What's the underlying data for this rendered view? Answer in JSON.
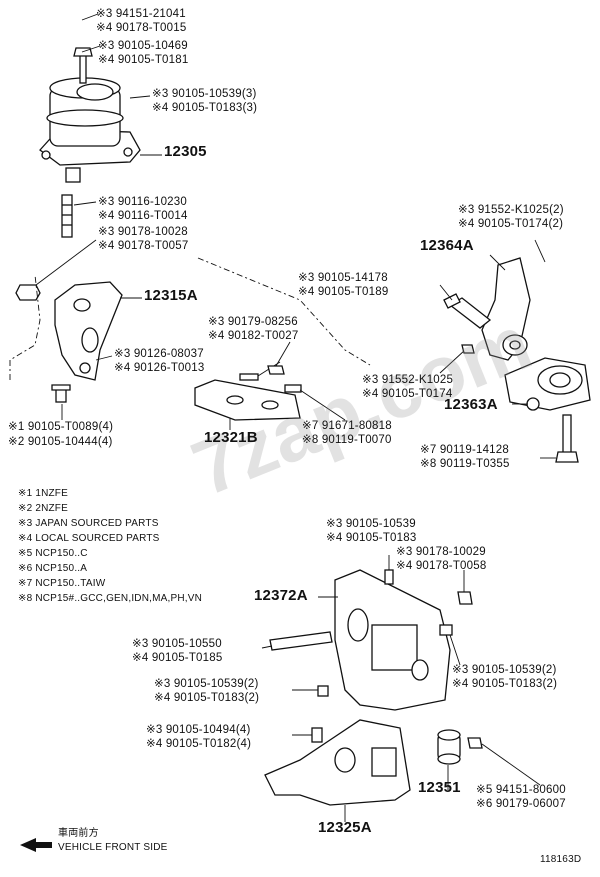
{
  "watermark": "7zap.com",
  "diagram_code": "118163D",
  "direction": {
    "label_jp": "車両前方",
    "label_en": "VEHICLE FRONT SIDE",
    "icon": "arrow-left-icon"
  },
  "legend": [
    "※1 1NZFE",
    "※2 2NZFE",
    "※3 JAPAN SOURCED PARTS",
    "※4 LOCAL SOURCED PARTS",
    "※5 NCP150..C",
    "※6 NCP150..A",
    "※7 NCP150..TAIW",
    "※8 NCP15#..GCC,GEN,IDN,MA,PH,VN"
  ],
  "parts": {
    "p12305": "12305",
    "p12315A": "12315A",
    "p12321B": "12321B",
    "p12364A": "12364A",
    "p12363A": "12363A",
    "p12372A": "12372A",
    "p12351": "12351",
    "p12325A": "12325A"
  },
  "callouts": [
    "※3 94151-21041",
    "※4 90178-T0015",
    "※3 90105-10469",
    "※4 90105-T0181",
    "※3 90105-10539(3)",
    "※4 90105-T0183(3)",
    "※3 90116-10230",
    "※4 90116-T0014",
    "※3 90178-10028",
    "※4 90178-T0057",
    "※3 90126-08037",
    "※4 90126-T0013",
    "※1 90105-T0089(4)",
    "※2 90105-10444(4)",
    "※3 90179-08256",
    "※4 90182-T0027",
    "※7 91671-80818",
    "※8 90119-T0070",
    "※3 91552-K1025(2)",
    "※4 90105-T0174(2)",
    "※3 90105-14178",
    "※4 90105-T0189",
    "※3 91552-K1025",
    "※4 90105-T0174",
    "※7 90119-14128",
    "※8 90119-T0355",
    "※3 90105-10539",
    "※4 90105-T0183",
    "※3 90178-10029",
    "※4 90178-T0058",
    "※3 90105-10550",
    "※4 90105-T0185",
    "※3 90105-10539(2)",
    "※4 90105-T0183(2)",
    "※3 90105-10539(2)",
    "※4 90105-T0183(2)",
    "※3 90105-10494(4)",
    "※4 90105-T0182(4)",
    "※5 94151-80600",
    "※6 90179-06007"
  ]
}
